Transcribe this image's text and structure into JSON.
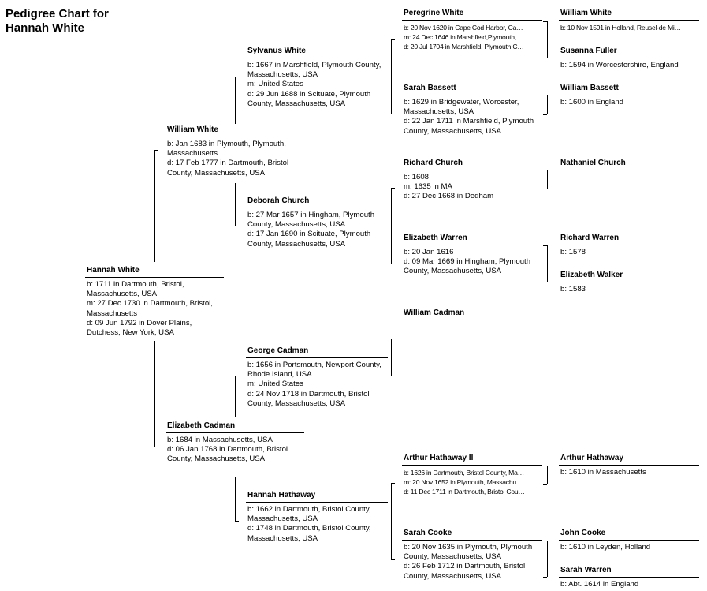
{
  "title": {
    "line1": "Pedigree Chart for",
    "line2": "Hannah White"
  },
  "people": {
    "hannah_white": {
      "name": "Hannah White",
      "lines": [
        "b: 1711 in Dartmouth, Bristol, Massachusetts, USA",
        "m: 27 Dec 1730 in Dartmouth, Bristol, Massachusetts",
        "d: 09 Jun 1792 in Dover Plains, Dutchess, New York, USA"
      ]
    },
    "william_white_1683": {
      "name": "William White",
      "lines": [
        "b: Jan 1683 in Plymouth, Plymouth, Massachusetts",
        "d: 17 Feb 1777 in Dartmouth, Bristol County, Massachusetts, USA"
      ]
    },
    "elizabeth_cadman": {
      "name": "Elizabeth Cadman",
      "lines": [
        "b: 1684 in Massachusetts, USA",
        "d: 06 Jan 1768 in Dartmouth, Bristol County, Massachusetts, USA"
      ]
    },
    "sylvanus_white": {
      "name": "Sylvanus White",
      "lines": [
        "b: 1667 in Marshfield, Plymouth County, Massachusetts, USA",
        "m: United States",
        "d: 29 Jun 1688 in Scituate, Plymouth County, Massachusetts, USA"
      ]
    },
    "deborah_church": {
      "name": "Deborah Church",
      "lines": [
        "b: 27 Mar 1657 in Hingham, Plymouth County, Massachusetts, USA",
        "d: 17 Jan 1690 in Scituate, Plymouth County, Massachusetts, USA"
      ]
    },
    "george_cadman": {
      "name": "George Cadman",
      "lines": [
        "b: 1656 in Portsmouth, Newport County, Rhode Island, USA",
        "m: United States",
        "d: 24 Nov 1718 in Dartmouth, Bristol County, Massachusetts, USA"
      ]
    },
    "hannah_hathaway": {
      "name": "Hannah Hathaway",
      "lines": [
        "b: 1662 in Dartmouth, Bristol County, Massachusetts, USA",
        "d: 1748 in Dartmouth, Bristol County, Massachusetts, USA"
      ]
    },
    "peregrine_white": {
      "name": "Peregrine White",
      "lines": [
        "b: 20 Nov 1620 in Cape Cod Harbor, Ca…",
        "m: 24 Dec 1646 in Marshfield,Plymouth,…",
        "d: 20 Jul 1704 in Marshfield, Plymouth C…"
      ]
    },
    "sarah_bassett": {
      "name": "Sarah Bassett",
      "lines": [
        "b: 1629 in Bridgewater, Worcester, Massachusetts, USA",
        "d: 22 Jan 1711 in Marshfield, Plymouth County, Massachusetts, USA"
      ]
    },
    "richard_church": {
      "name": "Richard Church",
      "lines": [
        "b: 1608",
        "m: 1635 in MA",
        "d: 27 Dec 1668 in Dedham"
      ]
    },
    "elizabeth_warren": {
      "name": "Elizabeth Warren",
      "lines": [
        "b: 20 Jan 1616",
        "d: 09 Mar 1669 in Hingham, Plymouth County, Massachusetts, USA"
      ]
    },
    "william_cadman": {
      "name": "William Cadman",
      "lines": []
    },
    "arthur_hathaway_ii": {
      "name": "Arthur Hathaway II",
      "lines": [
        "b: 1626 in Dartmouth, Bristol County, Ma…",
        "m: 20 Nov 1652 in Plymouth, Massachu…",
        "d: 11 Dec 1711 in Dartmouth, Bristol Cou…"
      ]
    },
    "sarah_cooke": {
      "name": "Sarah Cooke",
      "lines": [
        "b: 20 Nov 1635 in Plymouth, Plymouth County, Massachusetts, USA",
        "d: 26 Feb 1712 in Dartmouth, Bristol County, Massachusetts, USA"
      ]
    },
    "william_white_1591": {
      "name": "William White",
      "lines": [
        "b: 10 Nov 1591 in Holland, Reusel-de Mi…"
      ]
    },
    "susanna_fuller": {
      "name": "Susanna Fuller",
      "lines": [
        "b: 1594 in Worcestershire, England"
      ]
    },
    "william_bassett": {
      "name": "William Bassett",
      "lines": [
        "b: 1600 in England"
      ]
    },
    "nathaniel_church": {
      "name": "Nathaniel Church",
      "lines": []
    },
    "richard_warren": {
      "name": "Richard Warren",
      "lines": [
        "b: 1578"
      ]
    },
    "elizabeth_walker": {
      "name": "Elizabeth Walker",
      "lines": [
        "b: 1583"
      ]
    },
    "arthur_hathaway": {
      "name": "Arthur Hathaway",
      "lines": [
        "b: 1610 in Massachusetts"
      ]
    },
    "john_cooke": {
      "name": "John Cooke",
      "lines": [
        "b: 1610 in Leyden, Holland"
      ]
    },
    "sarah_warren": {
      "name": "Sarah Warren",
      "lines": [
        "b: Abt. 1614 in England"
      ]
    }
  }
}
